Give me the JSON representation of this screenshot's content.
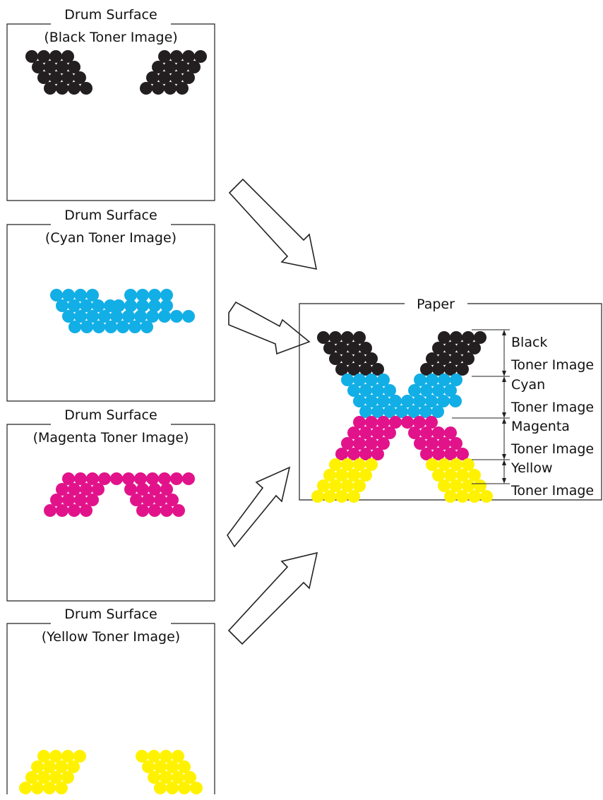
{
  "colors": {
    "black": "#231f20",
    "cyan": "#12aee6",
    "magenta": "#e2138a",
    "yellow": "#fff200",
    "line": "#222222"
  },
  "drums": [
    {
      "id": "black",
      "title": "Drum Surface",
      "subtitle": "(Black Toner Image)"
    },
    {
      "id": "cyan",
      "title": "Drum Surface",
      "subtitle": "(Cyan Toner Image)"
    },
    {
      "id": "magenta",
      "title": "Drum Surface",
      "subtitle": "(Magenta Toner Image)"
    },
    {
      "id": "yellow",
      "title": "Drum Surface",
      "subtitle": "(Yellow Toner Image)"
    }
  ],
  "paper": {
    "title": "Paper",
    "labels": [
      {
        "id": "black",
        "line1": "Black",
        "line2": "Toner Image"
      },
      {
        "id": "cyan",
        "line1": "Cyan",
        "line2": "Toner Image"
      },
      {
        "id": "magenta",
        "line1": "Magenta",
        "line2": "Toner Image"
      },
      {
        "id": "yellow",
        "line1": "Yellow",
        "line2": "Toner Image"
      }
    ]
  }
}
